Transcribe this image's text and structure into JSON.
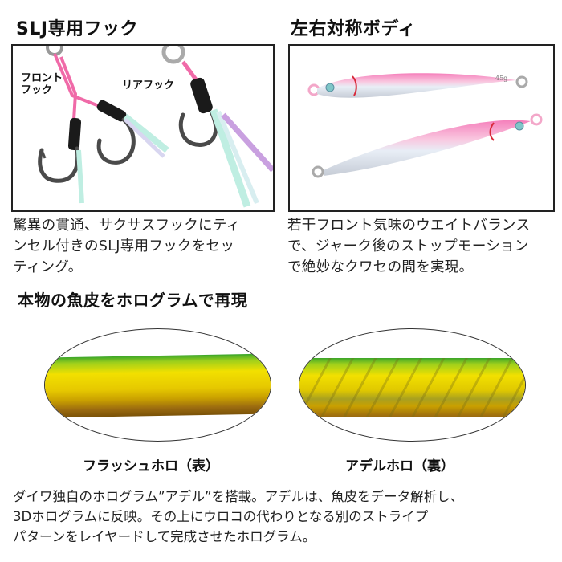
{
  "sections": {
    "hook": {
      "title": "SLJ専用フック",
      "labels": {
        "front": "フロント\nフック",
        "front_line1": "フロント",
        "front_line2": "フック",
        "rear": "リアフック"
      },
      "description_lines": [
        "驚異の貫通、サクサスフックにティ",
        "ンセル付きのSLJ専用フックをセッ",
        "ティング。"
      ]
    },
    "body": {
      "title": "左右対称ボディ",
      "weight_mark": "45g",
      "description_lines": [
        "若干フロント気味のウエイトバランス",
        "で、ジャーク後のストップモーション",
        "で絶妙なクワセの間を実現。"
      ]
    },
    "hologram": {
      "title": "本物の魚皮をホログラムで再現",
      "items": [
        {
          "caption": "フラッシュホロ（表）"
        },
        {
          "caption": "アデルホロ（裏）"
        }
      ],
      "footer_lines": [
        "ダイワ独自のホログラム”アデル”を搭載。アデルは、魚皮をデータ解析し、",
        "3Dホログラムに反映。その上にウロコの代わりとなる別のストライプ",
        "パターンをレイヤードして完成させたホログラム。"
      ]
    }
  },
  "colors": {
    "pink": "#f06aa8",
    "tinsel": "#bfeee2",
    "tinsel_purple": "#c9a0e0",
    "hook_metal": "#4a4a4a",
    "green": "#3aa52a",
    "gold": "#e6c800",
    "bronze": "#9a6a10"
  }
}
